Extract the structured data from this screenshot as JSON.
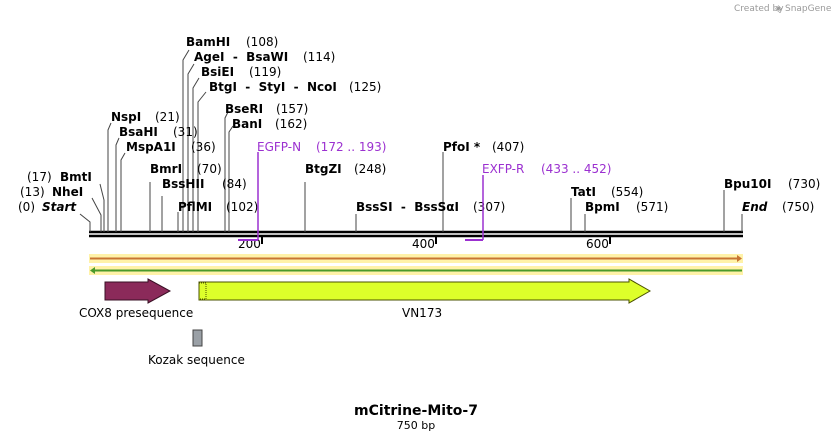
{
  "credit": {
    "prefix": "Created by",
    "brand": "SnapGene"
  },
  "title": "mCitrine-Mito-7",
  "length": "750 bp",
  "ruler": {
    "ticks": [
      "200",
      "400",
      "600"
    ]
  },
  "enzymes": [
    {
      "id": "start",
      "name": "Start",
      "pos": "(0)",
      "italic": true
    },
    {
      "id": "nhei",
      "name": "NheI",
      "pos": "(13)"
    },
    {
      "id": "bmti",
      "name": "BmtI",
      "pos": "(17)"
    },
    {
      "id": "nspi",
      "name": "NspI",
      "pos": "(21)"
    },
    {
      "id": "bsahi",
      "name": "BsaHI",
      "pos": "(31)"
    },
    {
      "id": "mspa1i",
      "name": "MspA1I",
      "pos": "(36)"
    },
    {
      "id": "bmri",
      "name": "BmrI",
      "pos": "(70)"
    },
    {
      "id": "bsshii",
      "name": "BssHII",
      "pos": "(84)"
    },
    {
      "id": "pflmi",
      "name": "PflMI",
      "pos": "(102)"
    },
    {
      "id": "bamhi",
      "name": "BamHI",
      "pos": "(108)"
    },
    {
      "id": "agei",
      "name": "AgeI  -  BsaWI",
      "pos": "(114)"
    },
    {
      "id": "bsiei",
      "name": "BsiEI",
      "pos": "(119)"
    },
    {
      "id": "btgi",
      "name": "BtgI  -  StyI  -  NcoI",
      "pos": "(125)"
    },
    {
      "id": "bseri",
      "name": "BseRI",
      "pos": "(157)"
    },
    {
      "id": "bani",
      "name": "BanI",
      "pos": "(162)"
    },
    {
      "id": "btgzi",
      "name": "BtgZI",
      "pos": "(248)"
    },
    {
      "id": "bsssi",
      "name": "BssSI  -  BssSαI",
      "pos": "(307)"
    },
    {
      "id": "pfoi",
      "name": "PfoI *",
      "pos": "(407)"
    },
    {
      "id": "tati",
      "name": "TatI",
      "pos": "(554)"
    },
    {
      "id": "bpmi",
      "name": "BpmI",
      "pos": "(571)"
    },
    {
      "id": "bpu10i",
      "name": "Bpu10I",
      "pos": "(730)"
    },
    {
      "id": "end",
      "name": "End",
      "pos": "(750)",
      "italic": true
    }
  ],
  "primers": [
    {
      "id": "egfpn",
      "name": "EGFP-N",
      "range": "(172 .. 193)"
    },
    {
      "id": "exfpr",
      "name": "EXFP-R",
      "range": "(433 .. 452)"
    }
  ],
  "features": [
    {
      "id": "cox8",
      "name": "COX8 presequence",
      "color": "#8b2a5a"
    },
    {
      "id": "vn173",
      "name": "VN173",
      "color": "#ddff2a"
    },
    {
      "id": "kozak",
      "name": "Kozak sequence",
      "color": "#9aa0a6"
    }
  ],
  "colors": {
    "primer": "#9b30d0",
    "strand_forward": "#c87533",
    "strand_reverse": "#4a9a2a",
    "strand_highlight": "#fff2a8"
  }
}
